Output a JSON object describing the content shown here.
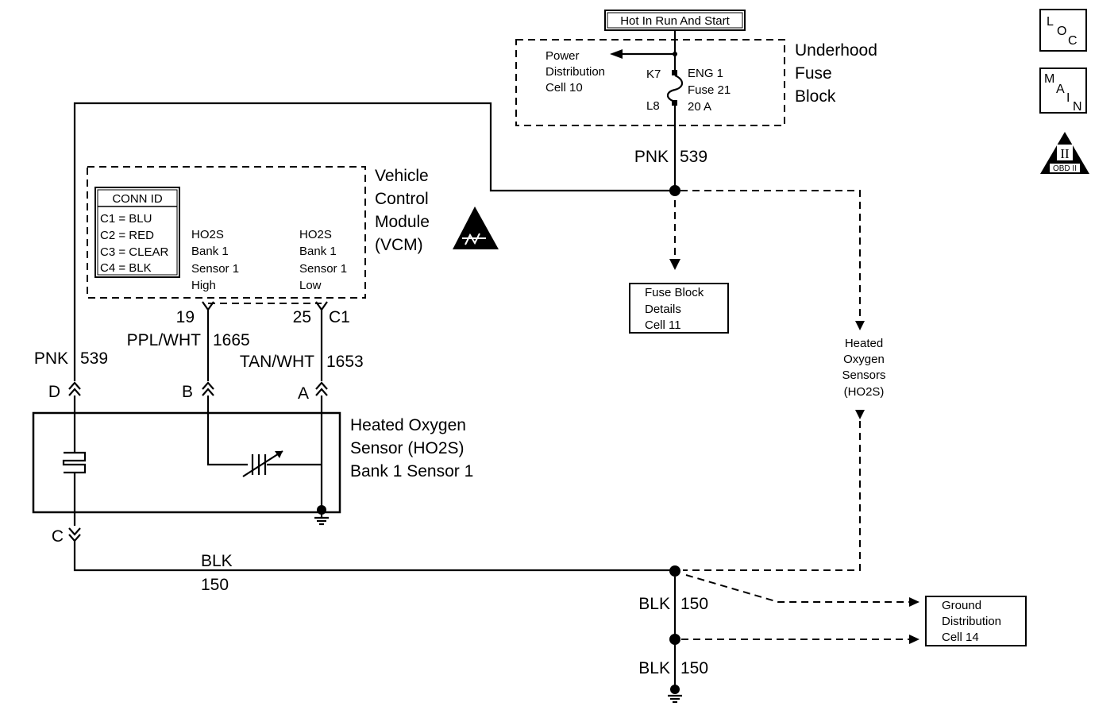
{
  "header": {
    "power_label": "Hot In Run And Start"
  },
  "fuse_block": {
    "title_lines": [
      "Underhood",
      "Fuse",
      "Block"
    ],
    "power_ref_lines": [
      "Power",
      "Distribution",
      "Cell 10"
    ],
    "terminal_top": "K7",
    "terminal_bottom": "L8",
    "fuse_lines": [
      "ENG 1",
      "Fuse 21",
      "20 A"
    ]
  },
  "icons": {
    "loc": {
      "l1": "L",
      "l2": "O",
      "l3": "C"
    },
    "main": {
      "l1": "M",
      "l2": "A",
      "l3": "I",
      "l4": "N"
    },
    "obd": {
      "roman": "II",
      "label": "OBD II"
    }
  },
  "wires": {
    "pnk_top": {
      "color": "PNK",
      "circuit": "539"
    },
    "pnk_left": {
      "color": "PNK",
      "circuit": "539"
    },
    "ppl": {
      "color": "PPL/WHT",
      "circuit": "1665"
    },
    "tan": {
      "color": "TAN/WHT",
      "circuit": "1653"
    },
    "blk_main": {
      "color": "BLK",
      "circuit": "150"
    },
    "blk_mid": {
      "color": "BLK",
      "circuit": "150"
    },
    "blk_low": {
      "color": "BLK",
      "circuit": "150"
    }
  },
  "vcm": {
    "title_lines": [
      "Vehicle",
      "Control",
      "Module",
      "(VCM)"
    ],
    "conn_id_title": "CONN ID",
    "conn_ids": [
      "C1 = BLU",
      "C2 = RED",
      "C3 = CLEAR",
      "C4 = BLK"
    ],
    "high_lines": [
      "HO2S",
      "Bank 1",
      "Sensor 1",
      "High"
    ],
    "low_lines": [
      "HO2S",
      "Bank 1",
      "Sensor 1",
      "Low"
    ],
    "pin_high": "19",
    "pin_low": "25",
    "connector": "C1"
  },
  "refs": {
    "fuse_details": [
      "Fuse Block",
      "Details",
      "Cell 11"
    ],
    "ho2s_ref": [
      "Heated",
      "Oxygen",
      "Sensors",
      "(HO2S)"
    ],
    "ground_dist": [
      "Ground",
      "Distribution",
      "Cell 14"
    ]
  },
  "sensor": {
    "title_lines": [
      "Heated Oxygen",
      "Sensor (HO2S)",
      "Bank 1 Sensor 1"
    ],
    "pins": {
      "d": "D",
      "b": "B",
      "a": "A",
      "c": "C"
    }
  }
}
